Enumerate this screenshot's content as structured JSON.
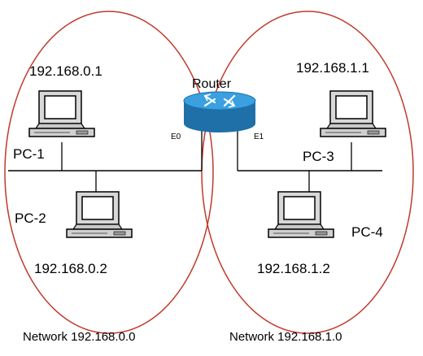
{
  "router": {
    "label": "Router",
    "port_left": "E0",
    "port_right": "E1"
  },
  "networks": [
    {
      "label": "Network 192.168.0.0"
    },
    {
      "label": "Network 192.168.1.0"
    }
  ],
  "hosts": [
    {
      "name": "PC-1",
      "ip": "192.168.0.1"
    },
    {
      "name": "PC-2",
      "ip": "192.168.0.2"
    },
    {
      "name": "PC-3",
      "ip": "192.168.1.1"
    },
    {
      "name": "PC-4",
      "ip": "192.168.1.2"
    }
  ],
  "colors": {
    "ellipse": "#c0392b",
    "line": "#000000",
    "router_body": "#3aa0e0",
    "router_dark": "#1f6fa8"
  }
}
